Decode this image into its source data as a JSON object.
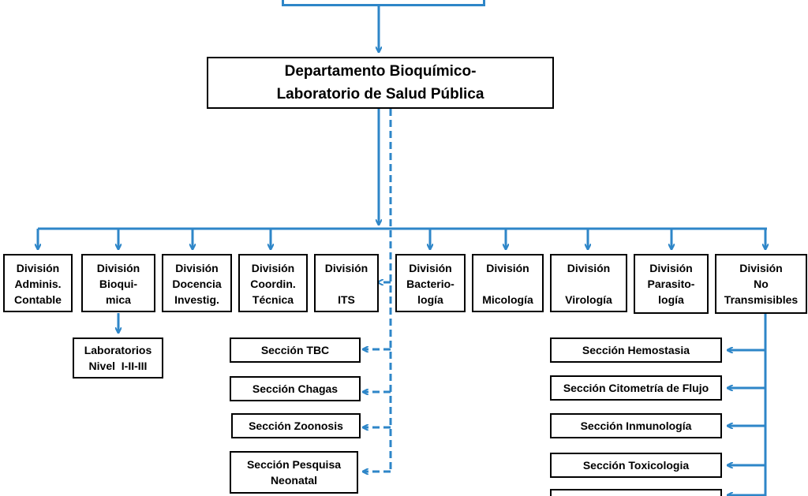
{
  "main": {
    "line1": "Departamento Bioquímico-",
    "line2": "Laboratorio de Salud Pública"
  },
  "divisions": [
    {
      "l1": "División",
      "l2": "Adminis.",
      "l3": "Contable"
    },
    {
      "l1": "División",
      "l2": "Bioqui-",
      "l3": "mica"
    },
    {
      "l1": "División",
      "l2": "Docencia",
      "l3": "Investig."
    },
    {
      "l1": "División",
      "l2": "Coordin.",
      "l3": "Técnica"
    },
    {
      "l1": "División",
      "l2": "",
      "l3": "ITS"
    },
    {
      "l1": "División",
      "l2": "Bacterio-",
      "l3": "logía"
    },
    {
      "l1": "División",
      "l2": "",
      "l3": "Micología"
    },
    {
      "l1": "División",
      "l2": "",
      "l3": "Virología"
    },
    {
      "l1": "División",
      "l2": "Parasito-",
      "l3": "logía"
    },
    {
      "l1": "División",
      "l2": "No",
      "l3": "Transmisibles"
    }
  ],
  "labs": {
    "line1": "Laboratorios",
    "line2": "Nivel  I-II-III"
  },
  "sections_left": [
    {
      "line1": "Sección TBC",
      "line2": ""
    },
    {
      "line1": "Sección Chagas",
      "line2": ""
    },
    {
      "line1": "Sección Zoonosis",
      "line2": ""
    },
    {
      "line1": "Sección Pesquisa",
      "line2": "Neonatal"
    }
  ],
  "sections_right": [
    {
      "line1": "Sección Hemostasia"
    },
    {
      "line1": "Sección Citometría de Flujo"
    },
    {
      "line1": "Sección Inmunología"
    },
    {
      "line1": "Sección Toxicologia"
    }
  ],
  "colors": {
    "connector": "#2E86C8",
    "border": "#000000"
  }
}
